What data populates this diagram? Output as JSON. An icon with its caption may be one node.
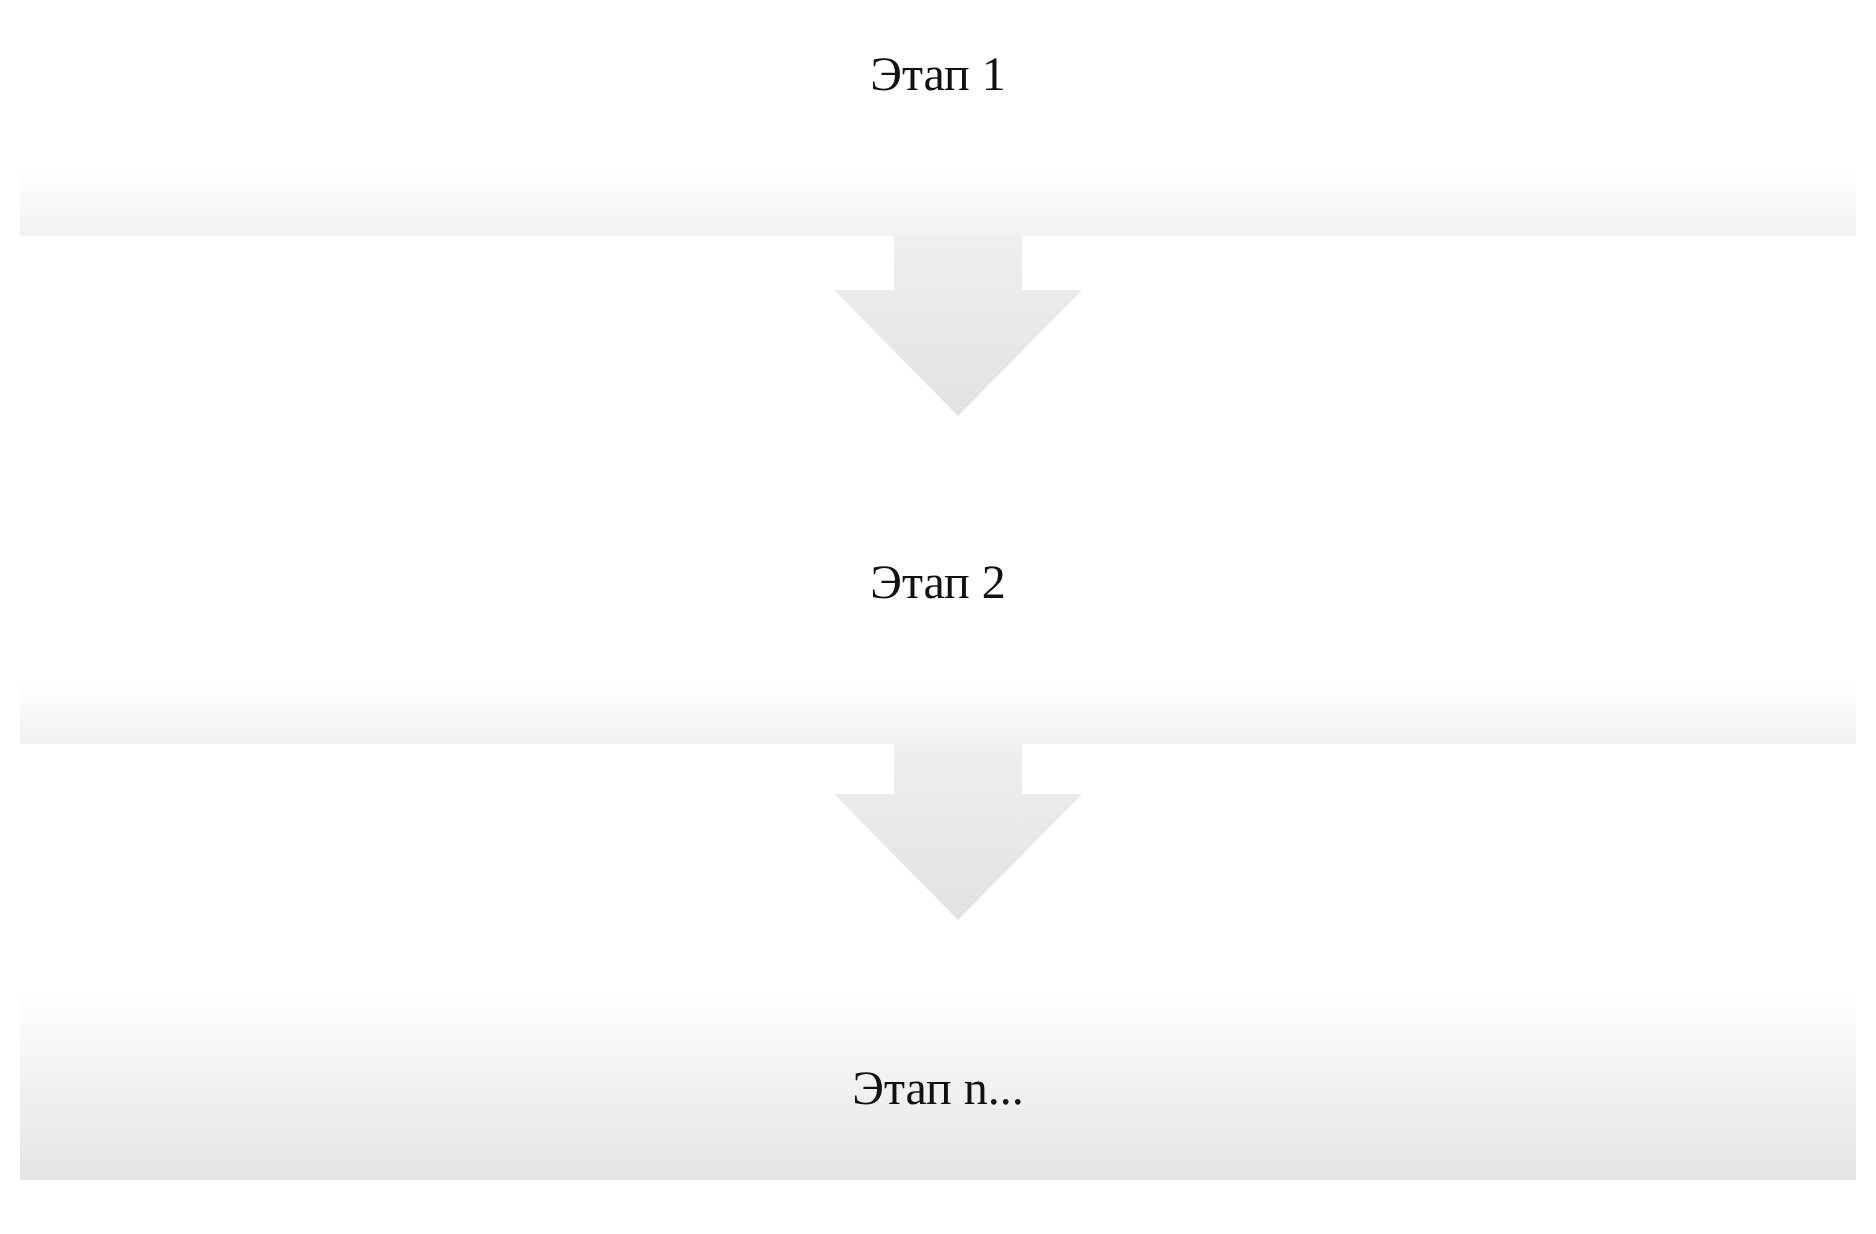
{
  "diagram": {
    "nodes": [
      {
        "text": [
          "Этап 1"
        ]
      },
      {
        "text": [
          "Этап 2"
        ]
      },
      {
        "text": [
          "Этап n..."
        ]
      }
    ],
    "edges": [
      {
        "from": 0,
        "to": 1,
        "arrow": "to"
      },
      {
        "from": 1,
        "to": 2,
        "arrow": "to"
      }
    ]
  }
}
